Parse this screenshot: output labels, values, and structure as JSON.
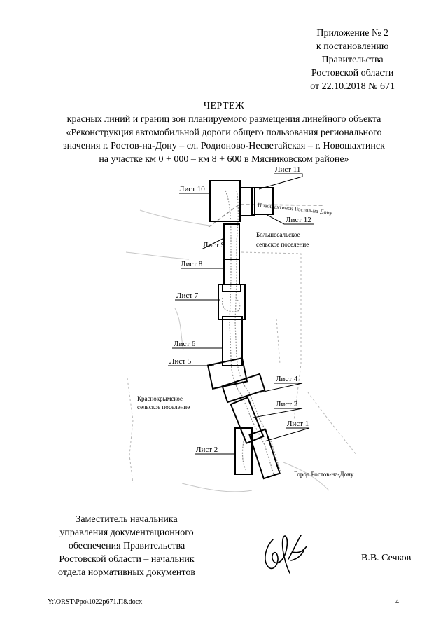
{
  "appendix": {
    "lines": [
      "Приложение № 2",
      "к постановлению",
      "Правительства",
      "Ростовской области",
      "от 22.10.2018 № 671"
    ]
  },
  "title": {
    "heading": "ЧЕРТЕЖ",
    "lines": [
      "красных линий и границ зон планируемого размещения линейного объекта",
      "«Реконструкция автомобильной дороги общего пользования регионального",
      "значения г. Ростов-на-Дону – сл. Родионово-Несветайская – г. Новошахтинск",
      "на участке км 0 + 000 – км 8 + 600 в Мясниковском районе»"
    ]
  },
  "map": {
    "sheet_labels": {
      "s1": "Лист 1",
      "s2": "Лист 2",
      "s3": "Лист 3",
      "s4": "Лист 4",
      "s5": "Лист 5",
      "s6": "Лист 6",
      "s7": "Лист 7",
      "s8": "Лист 8",
      "s9": "Лист 9",
      "s10": "Лист 10",
      "s11": "Лист 11",
      "s12": "Лист 12"
    },
    "areas": {
      "bolshesaly_line1": "Большесальское",
      "bolshesaly_line2": "сельское поселение",
      "krasnokrym_line1": "Краснокрымское",
      "krasnokrym_line2": "сельское поселение",
      "rostov": "Город Ростов-на-Дону"
    },
    "road_label": "Новошахтинск-Ростов-на-Дону"
  },
  "signature": {
    "lines": [
      "Заместитель начальника",
      "управления документационного",
      "обеспечения Правительства",
      "Ростовской области – начальник",
      "отдела нормативных документов"
    ],
    "signer": "В.В. Сечков"
  },
  "footer": {
    "path": "Y:\\ORST\\Ppo\\1022p671.П8.docx",
    "page": "4"
  }
}
